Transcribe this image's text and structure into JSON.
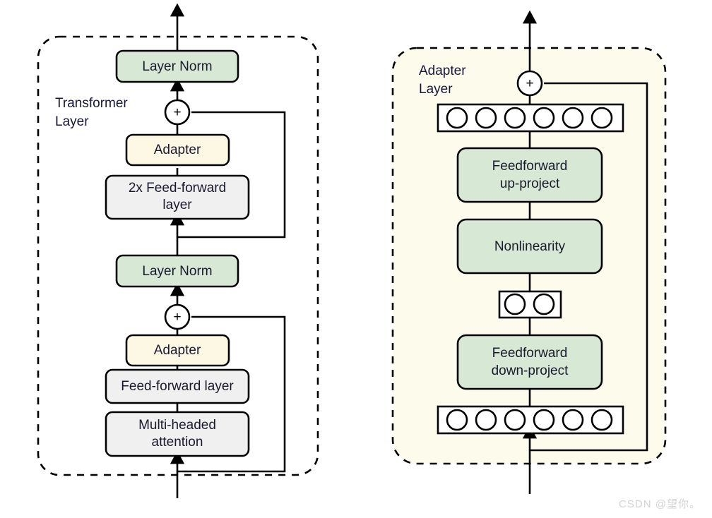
{
  "figure": {
    "watermark": "CSDN @望你。",
    "colors": {
      "green_fill": "#d7e8d4",
      "cream_fill": "#fdf8e3",
      "gray_fill": "#f0f0f0",
      "white_fill": "#ffffff",
      "panel_left_fill": "#ffffff",
      "panel_right_fill": "#fdfbec",
      "stroke": "#000000",
      "text": "#1a1a2e"
    }
  },
  "transformer_panel": {
    "title_line1": "Transformer",
    "title_line2": "Layer",
    "blocks": [
      {
        "id": "layer-norm-top",
        "label": "Layer Norm",
        "style": "green"
      },
      {
        "id": "adapter-top",
        "label": "Adapter",
        "style": "cream"
      },
      {
        "id": "feed-forward-2x",
        "label_line1": "2x Feed-forward",
        "label_line2": "layer",
        "style": "gray"
      },
      {
        "id": "layer-norm-bottom",
        "label": "Layer Norm",
        "style": "green"
      },
      {
        "id": "adapter-bottom",
        "label": "Adapter",
        "style": "cream"
      },
      {
        "id": "feed-forward",
        "label": "Feed-forward layer",
        "style": "gray"
      },
      {
        "id": "multi-headed-attention",
        "label_line1": "Multi-headed",
        "label_line2": "attention",
        "style": "gray"
      }
    ],
    "adders": [
      {
        "id": "add-top",
        "symbol": "+"
      },
      {
        "id": "add-bottom",
        "symbol": "+"
      }
    ]
  },
  "adapter_panel": {
    "title_line1": "Adapter",
    "title_line2": "Layer",
    "blocks": [
      {
        "id": "feedforward-up-project",
        "label_line1": "Feedforward",
        "label_line2": "up-project",
        "style": "green"
      },
      {
        "id": "nonlinearity",
        "label": "Nonlinearity",
        "style": "green"
      },
      {
        "id": "feedforward-down-project",
        "label_line1": "Feedforward",
        "label_line2": "down-project",
        "style": "green"
      }
    ],
    "neuron_rows": [
      {
        "id": "neuron-row-output",
        "count": 6
      },
      {
        "id": "neuron-row-bottleneck",
        "count": 2
      },
      {
        "id": "neuron-row-input",
        "count": 6
      }
    ],
    "adders": [
      {
        "id": "add-adapter",
        "symbol": "+"
      }
    ]
  }
}
